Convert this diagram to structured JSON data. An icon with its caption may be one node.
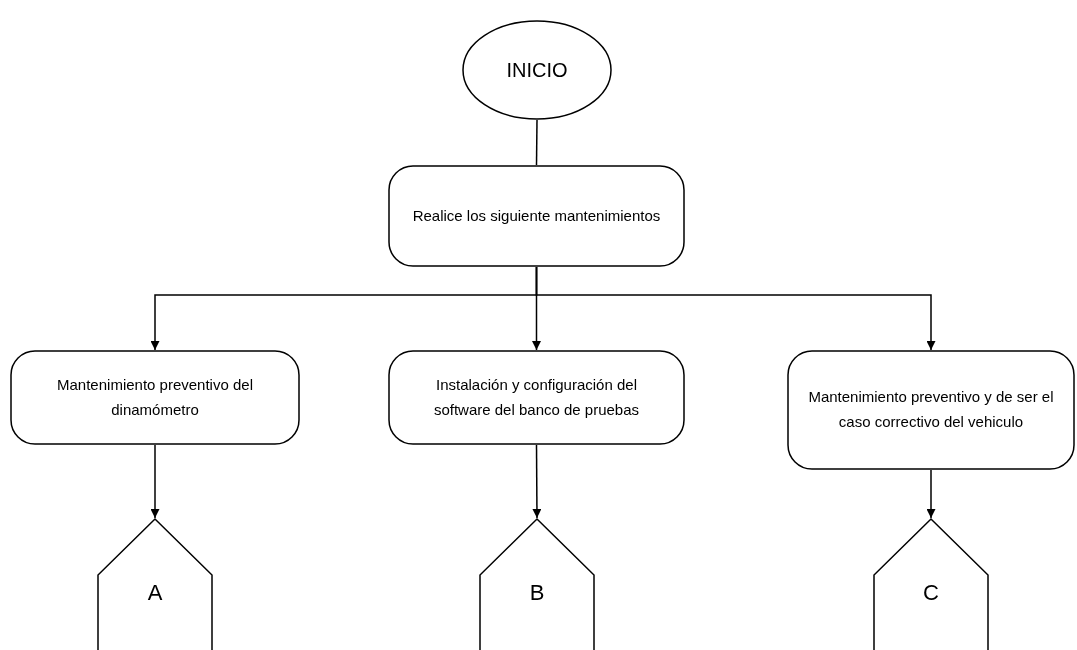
{
  "diagram": {
    "nodes": [
      {
        "text": [
          "INICIO"
        ]
      },
      {
        "text": [
          "Realice los siguiente mantenimientos"
        ]
      },
      {
        "text": [
          "Mantenimiento preventivo del dinamómetro"
        ]
      },
      {
        "text": [
          "Instalación y configuración del software del banco de pruebas"
        ]
      },
      {
        "text": [
          "Mantenimiento preventivo y de ser el caso correctivo del vehiculo"
        ]
      },
      {
        "text": [
          "A"
        ]
      },
      {
        "text": [
          "B"
        ]
      },
      {
        "text": [
          "C"
        ]
      }
    ],
    "edges": [
      {
        "from": 0,
        "to": 1,
        "arrow": "none"
      },
      {
        "from": 1,
        "to": 2,
        "arrow": "to"
      },
      {
        "from": 1,
        "to": 3,
        "arrow": "to"
      },
      {
        "from": 1,
        "to": 4,
        "arrow": "to"
      },
      {
        "from": 2,
        "to": 5,
        "arrow": "to"
      },
      {
        "from": 3,
        "to": 6,
        "arrow": "to"
      },
      {
        "from": 4,
        "to": 7,
        "arrow": "to"
      }
    ]
  }
}
